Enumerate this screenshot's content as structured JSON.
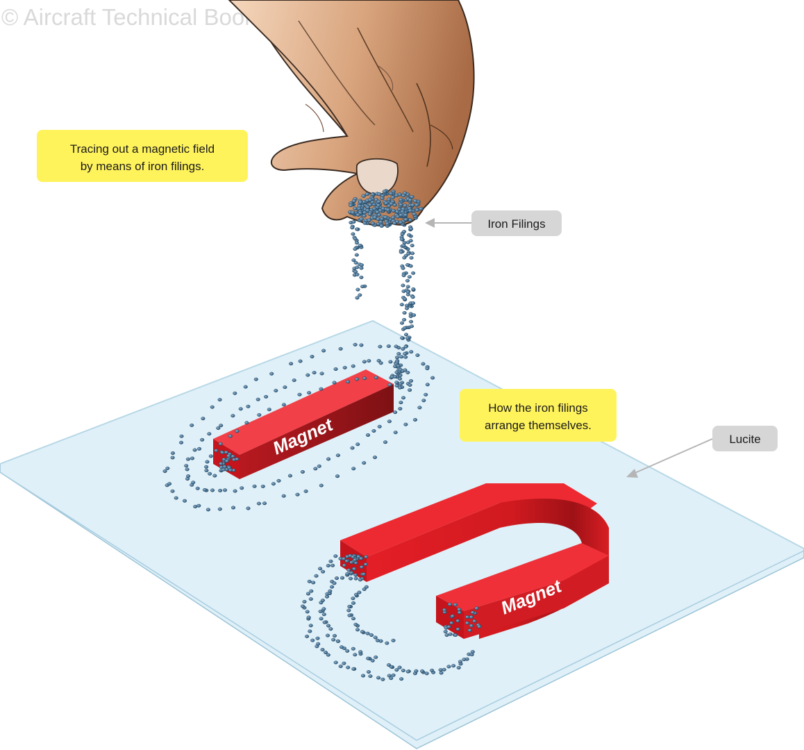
{
  "watermark": "© Aircraft Technical Book Company",
  "captions": {
    "tracing": [
      "Tracing out a magnetic field",
      "by means of iron filings."
    ],
    "arrange": [
      "How the iron filings",
      "arrange themselves."
    ]
  },
  "labels": {
    "iron_filings": "Iron Filings",
    "lucite": "Lucite",
    "bar_magnet": "Magnet",
    "horseshoe_magnet": "Magnet"
  },
  "colors": {
    "callout_yellow": "#fff35c",
    "label_gray": "#d6d6d6",
    "magnet_red": "#e41e26",
    "lucite": "#dff0f8",
    "filing_blue": "#3d6f94"
  }
}
